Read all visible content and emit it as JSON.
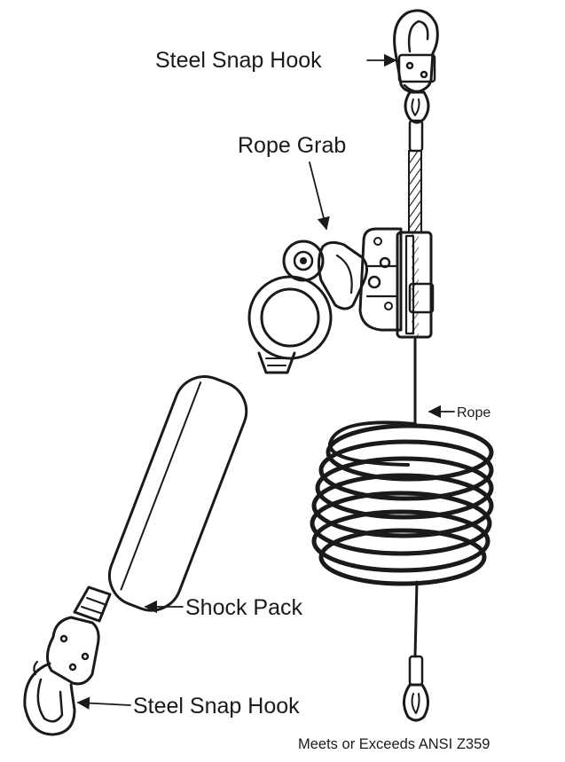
{
  "labels": {
    "top_hook": "Steel Snap Hook",
    "rope_grab": "Rope Grab",
    "rope": "Rope",
    "shock_pack": "Shock Pack",
    "bottom_hook": "Steel Snap Hook"
  },
  "footnote": "Meets or Exceeds ANSI Z359",
  "colors": {
    "line": "#1a1a1a",
    "background": "#ffffff"
  }
}
